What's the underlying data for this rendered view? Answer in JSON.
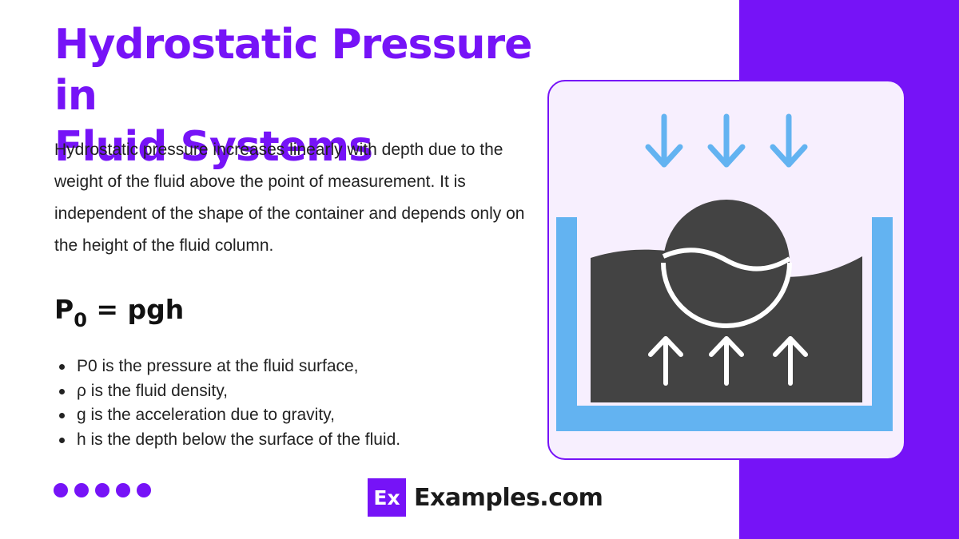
{
  "title": {
    "line1": "Hydrostatic Pressure in",
    "line2": "Fluid Systems"
  },
  "description": "Hydrostatic pressure increases linearly with depth due to the weight of the fluid above the point of measurement. It is independent of the shape of the container and depends only on the height of the fluid column.",
  "formula": {
    "lhs": "P",
    "subscript": "0",
    "rhs": " = pgh"
  },
  "definitions": [
    "P0 is the pressure at the fluid surface,",
    "ρ is the fluid density,",
    "g is the acceleration due to gravity,",
    "h is the depth below the surface of the fluid."
  ],
  "brand": {
    "logo_text": "Ex",
    "name": "Examples.com"
  },
  "illustration": {
    "icons": [
      "arrow-down-icon",
      "submerged-ball-icon",
      "arrow-up-icon",
      "container-icon"
    ]
  },
  "colors": {
    "accent": "#7613f7",
    "card_background": "#f7effe",
    "container_blue": "#63b3f1",
    "fluid_dark": "#434343"
  }
}
